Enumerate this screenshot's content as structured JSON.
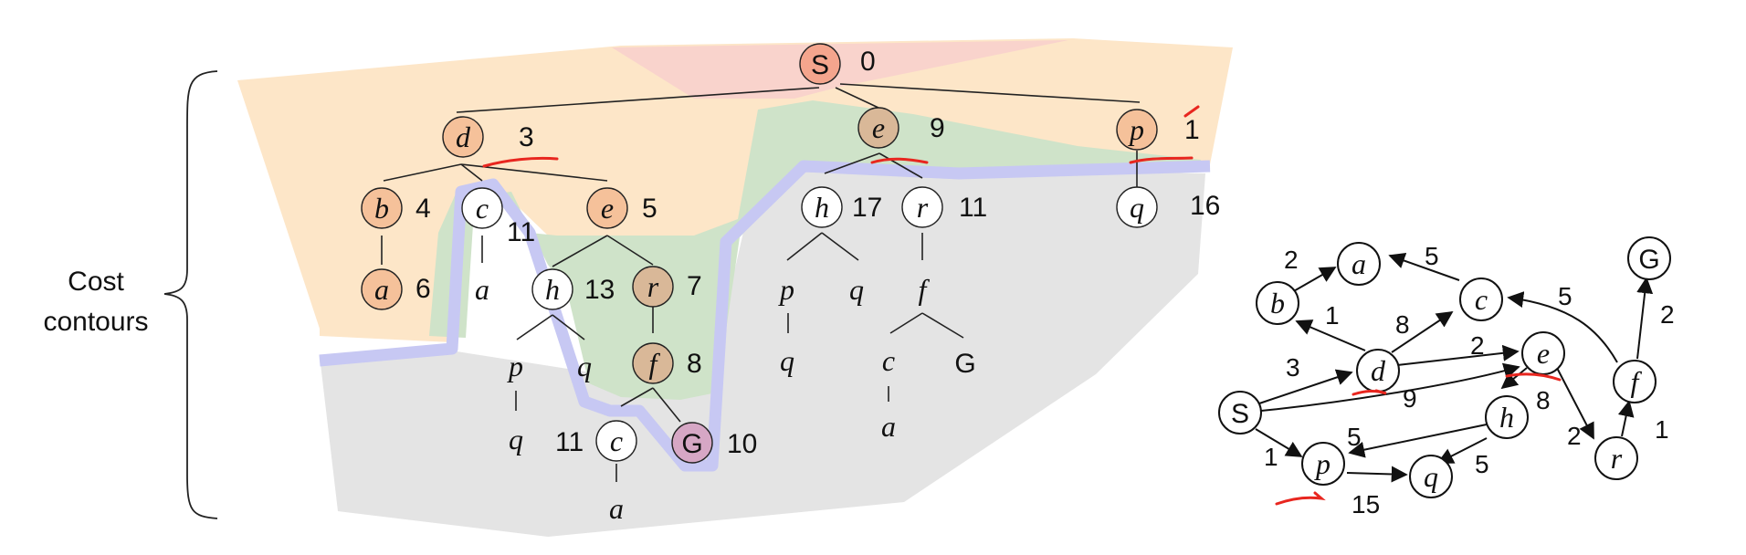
{
  "side_label": [
    "Cost",
    "contours"
  ],
  "colors": {
    "orange_region": "#fde6c8",
    "green_region": "#cfe3c9",
    "gray_region": "#e4e4e4",
    "pink_region": "#f9d3cc",
    "blue_band": "#c7c8f3",
    "node_orange": "#f5c19a",
    "node_brown": "#d9b898",
    "node_purple": "#d6a7c5",
    "node_red": "#f4a58d",
    "annotation_red": "#e8261f"
  },
  "tree": {
    "nodes": [
      {
        "id": "S",
        "label": "S",
        "cost": "0",
        "fill": "red",
        "italic": false
      },
      {
        "id": "d",
        "label": "d",
        "cost": "3",
        "fill": "orange",
        "italic": true
      },
      {
        "id": "e1",
        "label": "e",
        "cost": "9",
        "fill": "brown",
        "italic": true
      },
      {
        "id": "p1",
        "label": "p",
        "cost": "1",
        "fill": "orange",
        "italic": true
      },
      {
        "id": "b",
        "label": "b",
        "cost": "4",
        "fill": "orange",
        "italic": true
      },
      {
        "id": "c1",
        "label": "c",
        "cost": "11",
        "fill": "none",
        "italic": true
      },
      {
        "id": "e2",
        "label": "e",
        "cost": "5",
        "fill": "orange",
        "italic": true
      },
      {
        "id": "h1",
        "label": "h",
        "cost": "17",
        "fill": "none",
        "italic": true
      },
      {
        "id": "r1",
        "label": "r",
        "cost": "11",
        "fill": "none",
        "italic": true
      },
      {
        "id": "q1",
        "label": "q",
        "cost": "16",
        "fill": "none",
        "italic": true
      },
      {
        "id": "a1",
        "label": "a",
        "cost": "6",
        "fill": "orange",
        "italic": true
      },
      {
        "id": "a2",
        "label": "a",
        "cost": "",
        "fill": "plain",
        "italic": true
      },
      {
        "id": "h2",
        "label": "h",
        "cost": "13",
        "fill": "none",
        "italic": true
      },
      {
        "id": "r2",
        "label": "r",
        "cost": "7",
        "fill": "brown",
        "italic": true
      },
      {
        "id": "p2",
        "label": "p",
        "cost": "",
        "fill": "plain",
        "italic": true
      },
      {
        "id": "q2",
        "label": "q",
        "cost": "",
        "fill": "plain",
        "italic": true
      },
      {
        "id": "f1",
        "label": "f",
        "cost": "8",
        "fill": "brown",
        "italic": true
      },
      {
        "id": "q3",
        "label": "q",
        "cost": "",
        "fill": "plain",
        "italic": true
      },
      {
        "id": "c2",
        "label": "c",
        "cost": "11",
        "fill": "none",
        "italic": true
      },
      {
        "id": "G1",
        "label": "G",
        "cost": "10",
        "fill": "purple",
        "italic": false
      },
      {
        "id": "a3",
        "label": "a",
        "cost": "",
        "fill": "plain",
        "italic": true
      },
      {
        "id": "p3",
        "label": "p",
        "cost": "",
        "fill": "plain",
        "italic": true
      },
      {
        "id": "q4",
        "label": "q",
        "cost": "",
        "fill": "plain",
        "italic": true
      },
      {
        "id": "q5",
        "label": "q",
        "cost": "",
        "fill": "plain",
        "italic": true
      },
      {
        "id": "f2",
        "label": "f",
        "cost": "",
        "fill": "plain",
        "italic": true
      },
      {
        "id": "c3",
        "label": "c",
        "cost": "",
        "fill": "plain",
        "italic": true
      },
      {
        "id": "G2",
        "label": "G",
        "cost": "",
        "fill": "plain",
        "italic": false
      },
      {
        "id": "a4",
        "label": "a",
        "cost": "",
        "fill": "plain",
        "italic": true
      }
    ]
  },
  "graph": {
    "nodes": [
      {
        "id": "S",
        "label": "S",
        "italic": false
      },
      {
        "id": "a",
        "label": "a",
        "italic": true
      },
      {
        "id": "b",
        "label": "b",
        "italic": true
      },
      {
        "id": "c",
        "label": "c",
        "italic": true
      },
      {
        "id": "d",
        "label": "d",
        "italic": true
      },
      {
        "id": "e",
        "label": "e",
        "italic": true
      },
      {
        "id": "f",
        "label": "f",
        "italic": true
      },
      {
        "id": "G",
        "label": "G",
        "italic": false
      },
      {
        "id": "h",
        "label": "h",
        "italic": true
      },
      {
        "id": "p",
        "label": "p",
        "italic": true
      },
      {
        "id": "q",
        "label": "q",
        "italic": true
      },
      {
        "id": "r",
        "label": "r",
        "italic": true
      }
    ],
    "edges": [
      {
        "from": "S",
        "to": "d",
        "weight": "3"
      },
      {
        "from": "S",
        "to": "e",
        "weight": "9"
      },
      {
        "from": "S",
        "to": "p",
        "weight": "1"
      },
      {
        "from": "b",
        "to": "a",
        "weight": "2"
      },
      {
        "from": "d",
        "to": "b",
        "weight": "1"
      },
      {
        "from": "d",
        "to": "c",
        "weight": "8"
      },
      {
        "from": "d",
        "to": "e",
        "weight": "2"
      },
      {
        "from": "c",
        "to": "a",
        "weight": "5"
      },
      {
        "from": "e",
        "to": "h",
        "weight": "8"
      },
      {
        "from": "e",
        "to": "r",
        "weight": "2"
      },
      {
        "from": "h",
        "to": "p",
        "weight": "5"
      },
      {
        "from": "h",
        "to": "q",
        "weight": "5"
      },
      {
        "from": "p",
        "to": "q",
        "weight": "15"
      },
      {
        "from": "r",
        "to": "f",
        "weight": "1"
      },
      {
        "from": "f",
        "to": "c",
        "weight": "5"
      },
      {
        "from": "f",
        "to": "G",
        "weight": "2"
      }
    ]
  }
}
